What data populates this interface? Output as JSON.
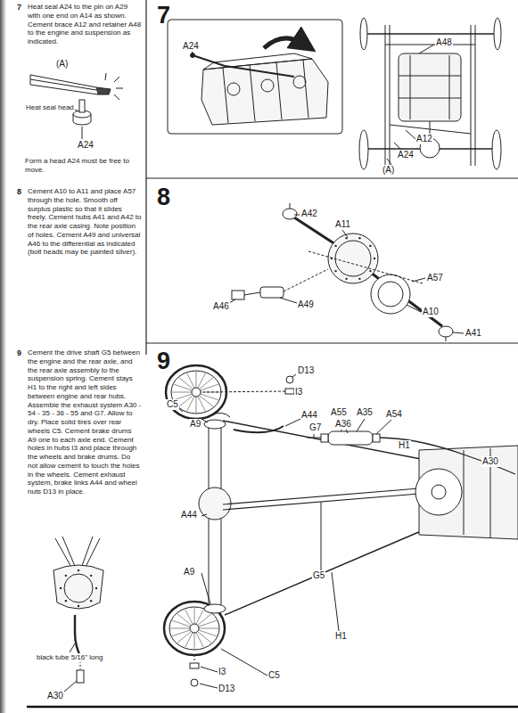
{
  "diagram": {
    "labels": [
      "7",
      "Heat seal A24 to the pin on A29 with one end on A14 as shown. Cement brace A12 and retainer A48 to the engine and suspension as indicated.",
      "(A)",
      "Heat seal head",
      "A24",
      "Form a head A24 must be free to move.",
      "7",
      "A24",
      "A48",
      "A12",
      "A24",
      "(A)",
      "8",
      "Cement A10 to A11 and place A57 through the hole. Smooth off surplus plastic so that it slides freely. Cement hubs A41 and A42 to the rear axle casing. Note position of holes. Cement A49 and universal A46 to the differential as indicated (bolt heads may be painted silver).",
      "8",
      "A42",
      "A11",
      "A57",
      "A10",
      "A41",
      "A46",
      "A49",
      "9",
      "Cement the drive shaft G5 between the engine and the rear axle, and the rear axle assembly to the suspension spring. Cement stays H1 to the right and left sides between engine and rear hubs. Assemble the exhaust system A30 - 54 - 35 - 36 - 55 and G7. Allow to dry. Place solid tires over rear wheels C5. Cement brake drums A9 one to each axle end. Cement holes in hubs I3 and place through the wheels and brake drums. Do not allow cement to touch the holes in the wheels. Cement exhaust system, brake links A44 and wheel nuts D13 in place.",
      "9",
      "D13",
      "I3",
      "C5",
      "A9",
      "A44",
      "G7",
      "A55",
      "A35",
      "A54",
      "A36",
      "H1",
      "A30",
      "A44",
      "G5",
      "A9",
      "H1",
      "C5",
      "I3",
      "D13",
      "black tube 5/16\" long",
      "A30"
    ]
  }
}
